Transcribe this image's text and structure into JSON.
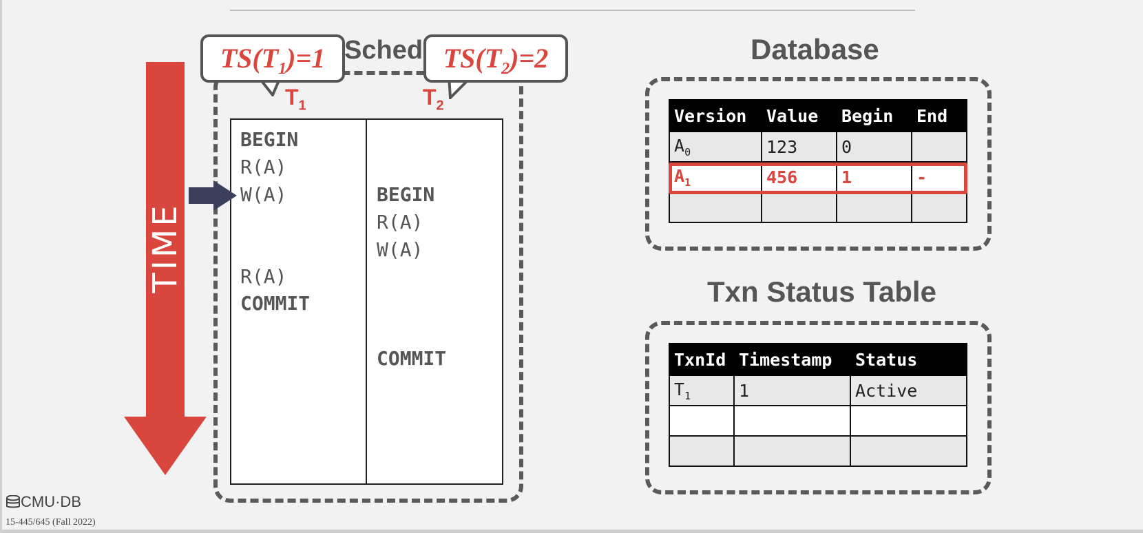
{
  "schedule": {
    "title": "Schedule",
    "t1": {
      "label": "T",
      "sub": "1",
      "ts_prefix": "TS(T",
      "ts_sub": "1",
      "ts_suffix": ")=1",
      "ops": [
        "BEGIN",
        "R(A)",
        "W(A)",
        "R(A)",
        "COMMIT"
      ]
    },
    "t2": {
      "label": "T",
      "sub": "2",
      "ts_prefix": "TS(T",
      "ts_sub": "2",
      "ts_suffix": ")=2",
      "ops": [
        "BEGIN",
        "R(A)",
        "W(A)",
        "COMMIT"
      ]
    },
    "time_label": "TIME"
  },
  "database": {
    "title": "Database",
    "headers": [
      "Version",
      "Value",
      "Begin",
      "End"
    ],
    "rows": [
      {
        "version": "A",
        "version_sub": "0",
        "value": "123",
        "begin": "0",
        "end": ""
      },
      {
        "version": "A",
        "version_sub": "1",
        "value": "456",
        "begin": "1",
        "end": "-"
      }
    ]
  },
  "txn_status": {
    "title": "Txn Status Table",
    "headers": [
      "TxnId",
      "Timestamp",
      "Status"
    ],
    "rows": [
      {
        "txn": "T",
        "txn_sub": "1",
        "timestamp": "1",
        "status": "Active"
      }
    ]
  },
  "footer": {
    "logo": "CMU·DB",
    "course": "15-445/645 (Fall 2022)"
  },
  "colors": {
    "accent": "#d9463e",
    "arrow": "#3b3f5c",
    "border": "#5a5a5a"
  }
}
